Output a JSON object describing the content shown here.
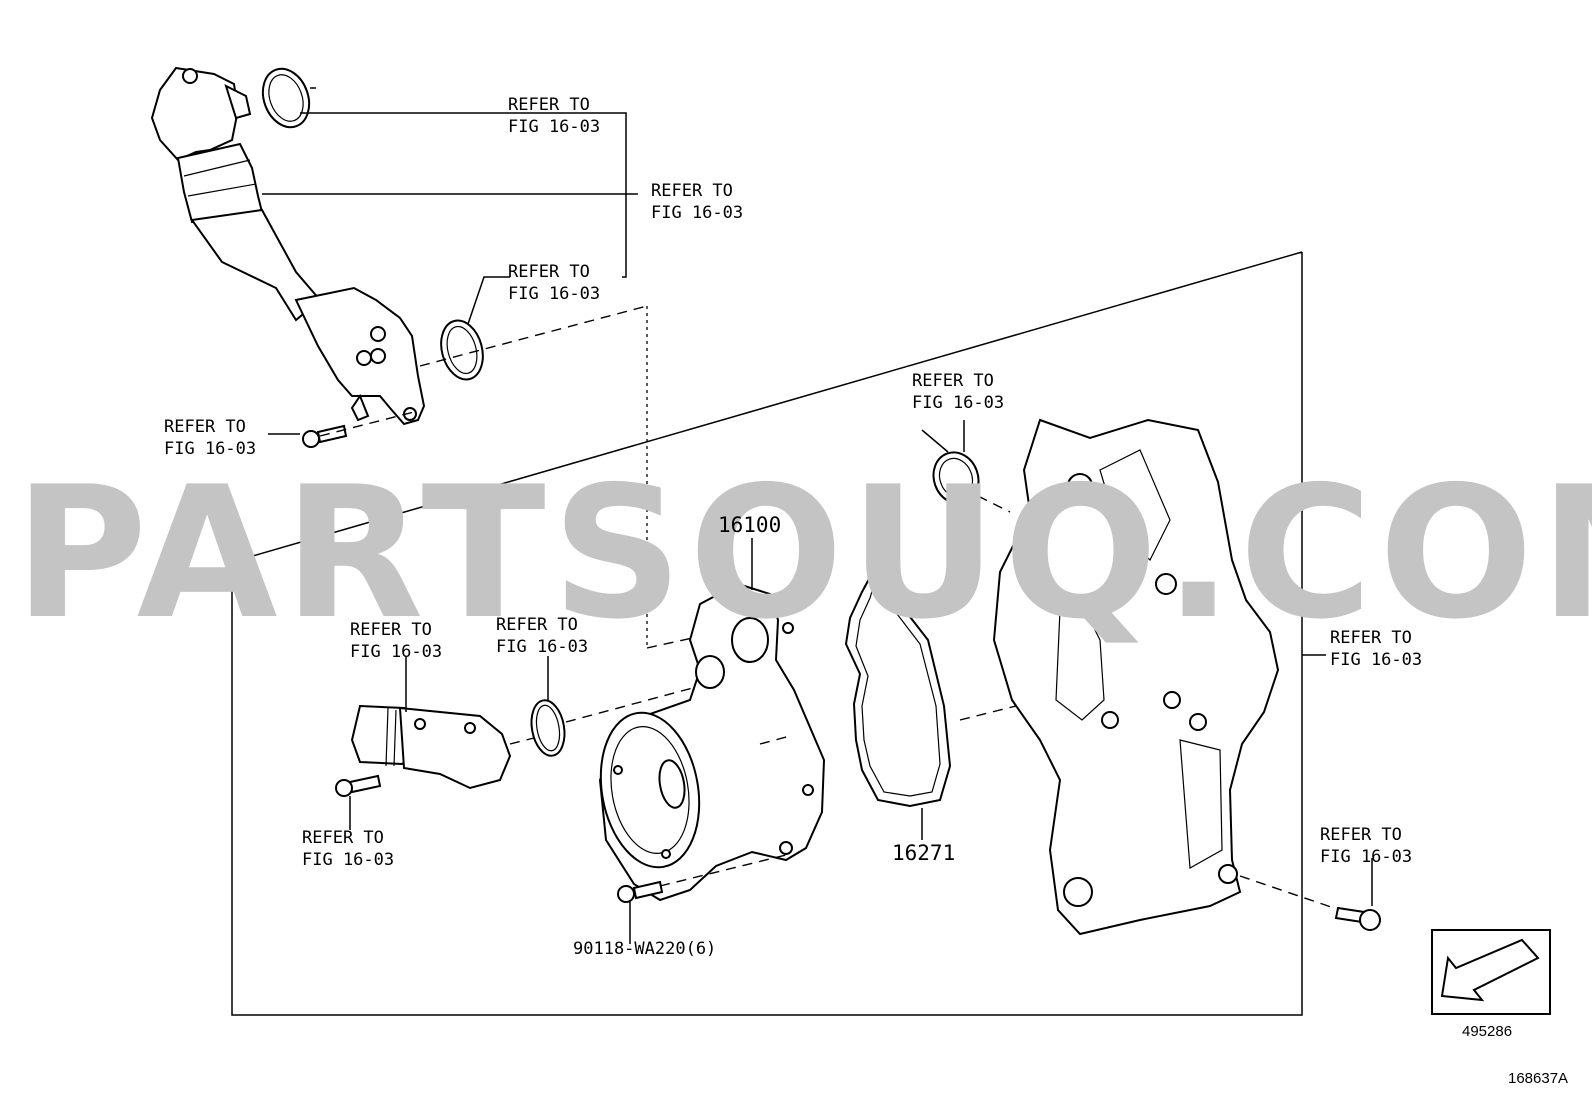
{
  "watermark": "PARTSOUQ.COM",
  "refer_line1": "REFER TO",
  "refer_line2": "FIG 16-03",
  "part_numbers": {
    "water_pump": "16100",
    "gasket": "16271",
    "bolt": "90118-WA220(6)"
  },
  "illustration_number": "495286",
  "figure_code": "168637A",
  "icon": "front-direction-arrow-icon"
}
